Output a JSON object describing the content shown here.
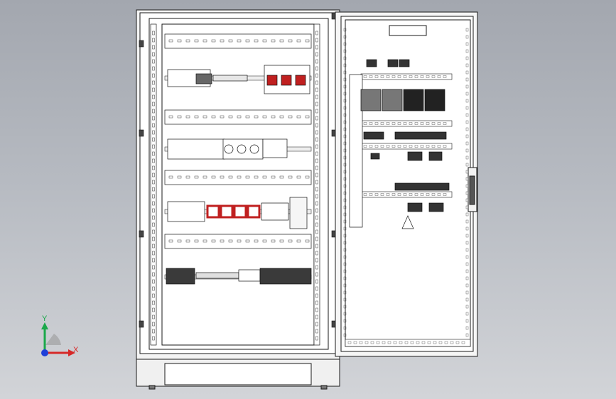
{
  "viewport": {
    "background_top": "#a3a7af",
    "background_bottom": "#d2d4d8",
    "line_color": "#1a1a1a",
    "panel_fill": "#ffffff"
  },
  "model": {
    "description_icon": "electrical-control-cabinet-open-door",
    "components_red": "#c02020",
    "components_dark": "#222222"
  },
  "triad": {
    "y_label": "Y",
    "x_label": "X",
    "y_color": "#1aa84a",
    "x_color": "#d62828",
    "z_color": "#1f3fd8"
  }
}
